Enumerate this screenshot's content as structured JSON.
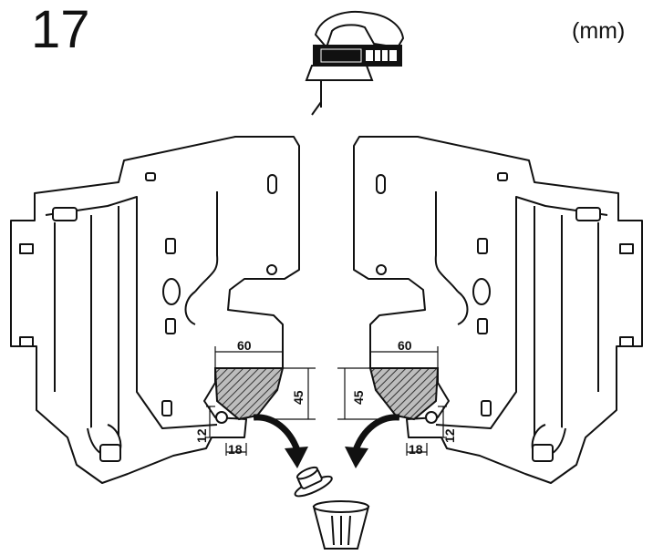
{
  "header": {
    "step_number": "17",
    "unit": "(mm)"
  },
  "left_part": {
    "dimensions": {
      "width_top": "60",
      "height": "45",
      "offset_side": "12",
      "offset_bottom": "18"
    }
  },
  "right_part": {
    "dimensions": {
      "width_top": "60",
      "height": "45",
      "offset_side": "12",
      "offset_bottom": "18"
    }
  },
  "icons": {
    "tool": "jigsaw-icon",
    "discard": "trash-can-icon",
    "cut_arrows": "curved-arrow-icon"
  },
  "colors": {
    "line": "#111111",
    "hatch": "#555555",
    "background": "#ffffff"
  }
}
